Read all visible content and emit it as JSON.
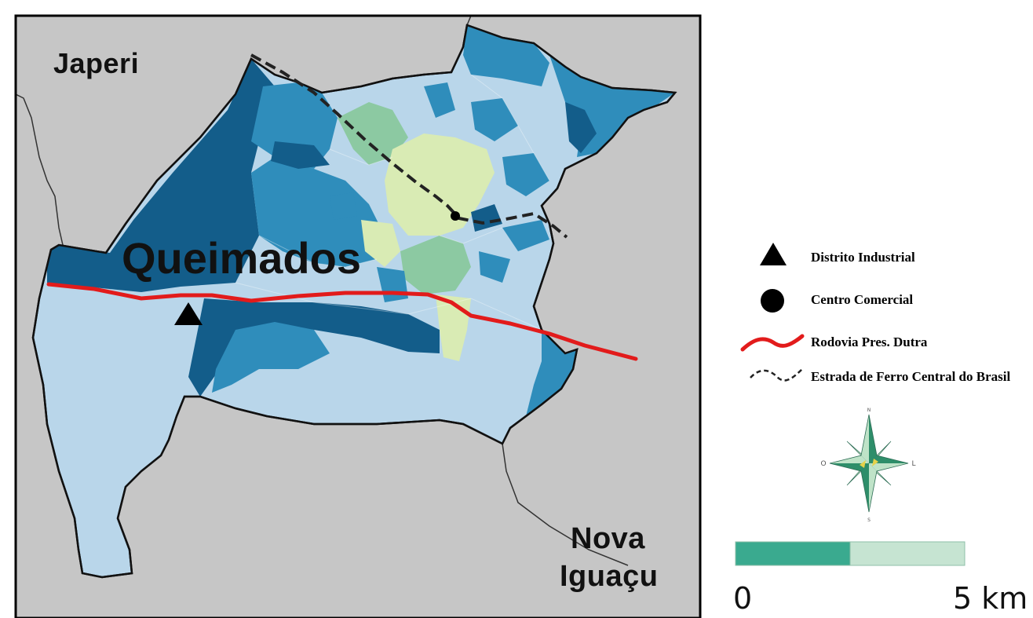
{
  "map": {
    "labels": {
      "japeri": "Japeri",
      "queimados": "Queimados",
      "nova_iguacu_line1": "Nova",
      "nova_iguacu_line2": "Iguaçu"
    },
    "colors": {
      "outside": "#c6c6c6",
      "frame": "#000000",
      "class_lightest_blue": "#b9d6ea",
      "class_mid_blue": "#2f8dbb",
      "class_dark_blue": "#135d8a",
      "class_green": "#8cc9a2",
      "class_yellow": "#d9ebb4",
      "highway": "#e21b1b",
      "railway": "#222222",
      "scale_dark": "#3aaa8f",
      "scale_light": "#c6e4d2"
    }
  },
  "legend": {
    "items": [
      {
        "symbol": "triangle-icon",
        "label": "Distrito Industrial"
      },
      {
        "symbol": "circle-icon",
        "label": "Centro Comercial"
      },
      {
        "symbol": "red-line-icon",
        "label": "Rodovia Pres. Dutra"
      },
      {
        "symbol": "dashed-line-icon",
        "label": "Estrada de Ferro Central do Brasil"
      }
    ]
  },
  "compass": {
    "north": "N",
    "south": "S",
    "west": "O",
    "east": "L"
  },
  "scale_bar": {
    "start_label": "0",
    "end_label": "5 km"
  }
}
